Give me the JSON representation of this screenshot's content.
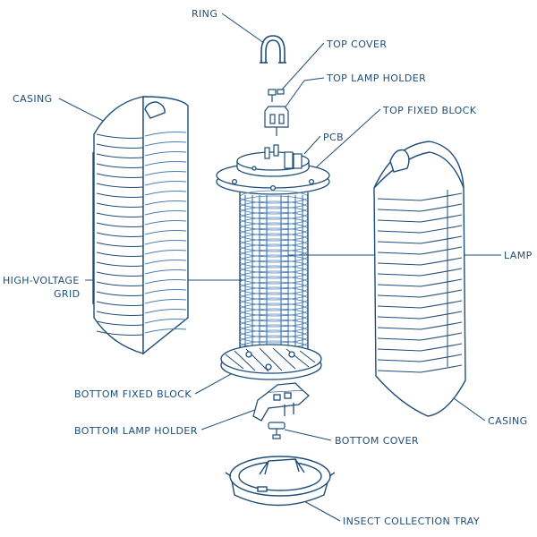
{
  "colors": {
    "line": "#1f4e79",
    "grid": "#4a7fb5",
    "fill": "#ffffff",
    "text": "#1f4e79"
  },
  "labels": {
    "ring": "RING",
    "top_cover": "TOP COVER",
    "top_lamp_holder": "TOP LAMP HOLDER",
    "top_fixed_block": "TOP FIXED BLOCK",
    "pcb": "PCB",
    "casing_left": "CASING",
    "high_voltage_grid_line1": "HIGH-VOLTAGE",
    "high_voltage_grid_line2": "GRID",
    "lamp": "LAMP",
    "bottom_fixed_block": "BOTTOM FIXED BLOCK",
    "bottom_lamp_holder": "BOTTOM LAMP HOLDER",
    "bottom_cover": "BOTTOM COVER",
    "casing_right": "CASING",
    "insect_collection_tray": "INSECT COLLECTION TRAY"
  }
}
